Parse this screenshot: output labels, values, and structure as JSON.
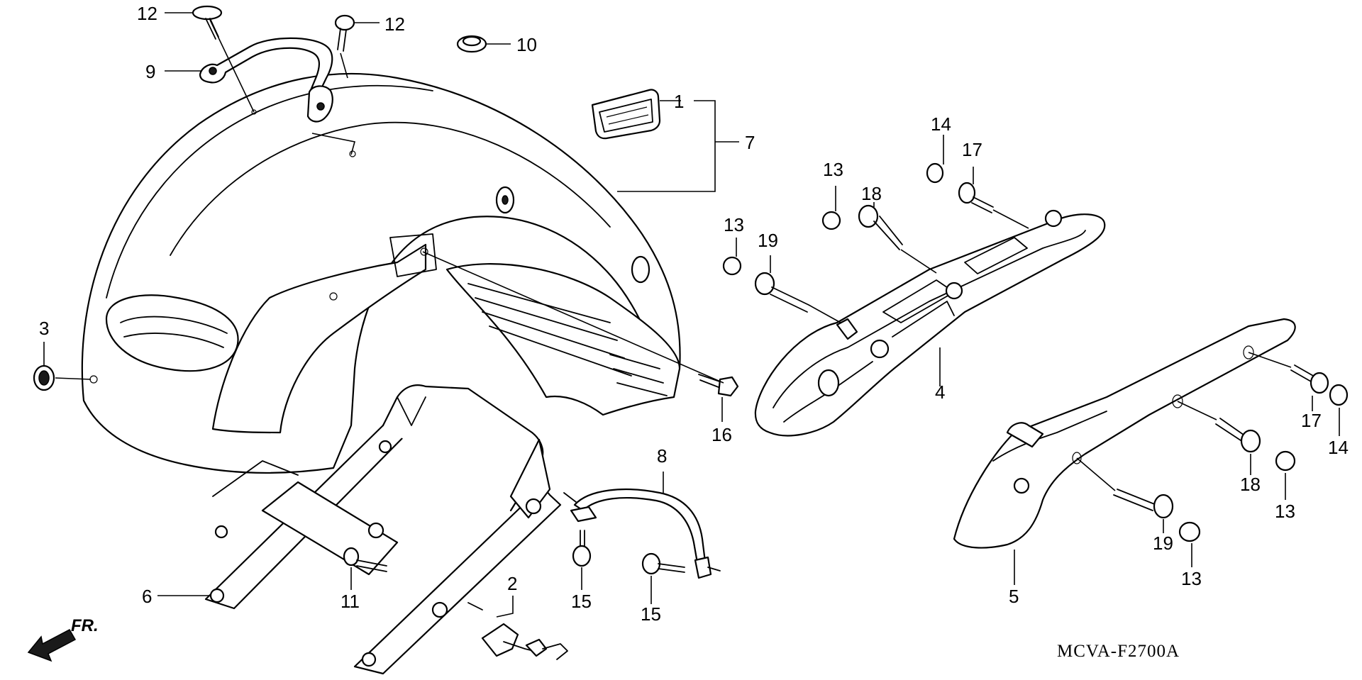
{
  "diagram": {
    "code": "MCVA-F2700A",
    "front_indicator": "FR.",
    "callouts": [
      {
        "id": "c12a",
        "text": "12"
      },
      {
        "id": "c12b",
        "text": "12"
      },
      {
        "id": "c10",
        "text": "10"
      },
      {
        "id": "c9",
        "text": "9"
      },
      {
        "id": "c1",
        "text": "1"
      },
      {
        "id": "c7",
        "text": "7"
      },
      {
        "id": "c14a",
        "text": "14"
      },
      {
        "id": "c17a",
        "text": "17"
      },
      {
        "id": "c13a",
        "text": "13"
      },
      {
        "id": "c18a",
        "text": "18"
      },
      {
        "id": "c13b",
        "text": "13"
      },
      {
        "id": "c19a",
        "text": "19"
      },
      {
        "id": "c3",
        "text": "3"
      },
      {
        "id": "c16",
        "text": "16"
      },
      {
        "id": "c4",
        "text": "4"
      },
      {
        "id": "c8",
        "text": "8"
      },
      {
        "id": "c17b",
        "text": "17"
      },
      {
        "id": "c14b",
        "text": "14"
      },
      {
        "id": "c18b",
        "text": "18"
      },
      {
        "id": "c13c",
        "text": "13"
      },
      {
        "id": "c19b",
        "text": "19"
      },
      {
        "id": "c13d",
        "text": "13"
      },
      {
        "id": "c5",
        "text": "5"
      },
      {
        "id": "c6",
        "text": "6"
      },
      {
        "id": "c11",
        "text": "11"
      },
      {
        "id": "c2",
        "text": "2"
      },
      {
        "id": "c15a",
        "text": "15"
      },
      {
        "id": "c15b",
        "text": "15"
      }
    ]
  }
}
